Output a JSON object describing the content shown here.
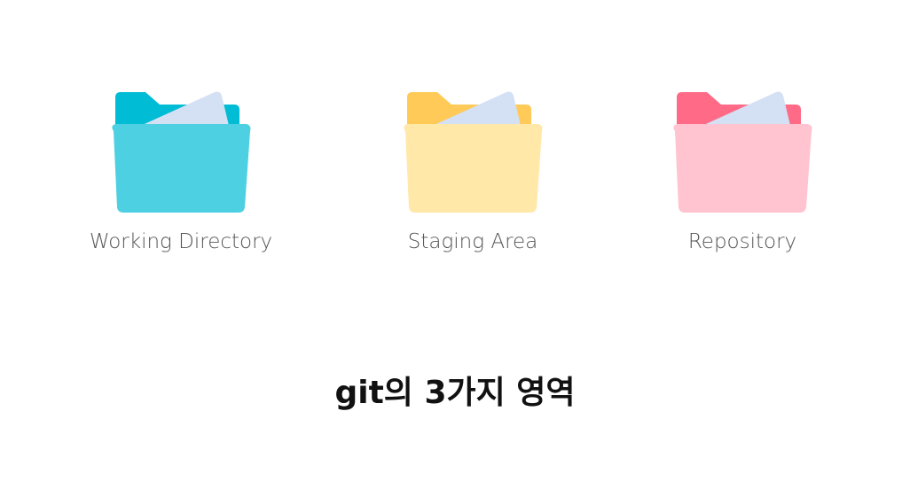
{
  "folders": [
    {
      "label": "Working Directory",
      "icon": "folder-icon",
      "colors": {
        "back": "#00BCD4",
        "front": "#4DD0E1",
        "paper": "#D4E1F4"
      }
    },
    {
      "label": "Staging Area",
      "icon": "folder-icon",
      "colors": {
        "back": "#FFCA57",
        "front": "#FFE8A8",
        "paper": "#D4E1F4"
      }
    },
    {
      "label": "Repository",
      "icon": "folder-icon",
      "colors": {
        "back": "#FF6B86",
        "front": "#FFC4CF",
        "paper": "#D4E1F4"
      }
    }
  ],
  "caption": "git의 3가지 영역"
}
